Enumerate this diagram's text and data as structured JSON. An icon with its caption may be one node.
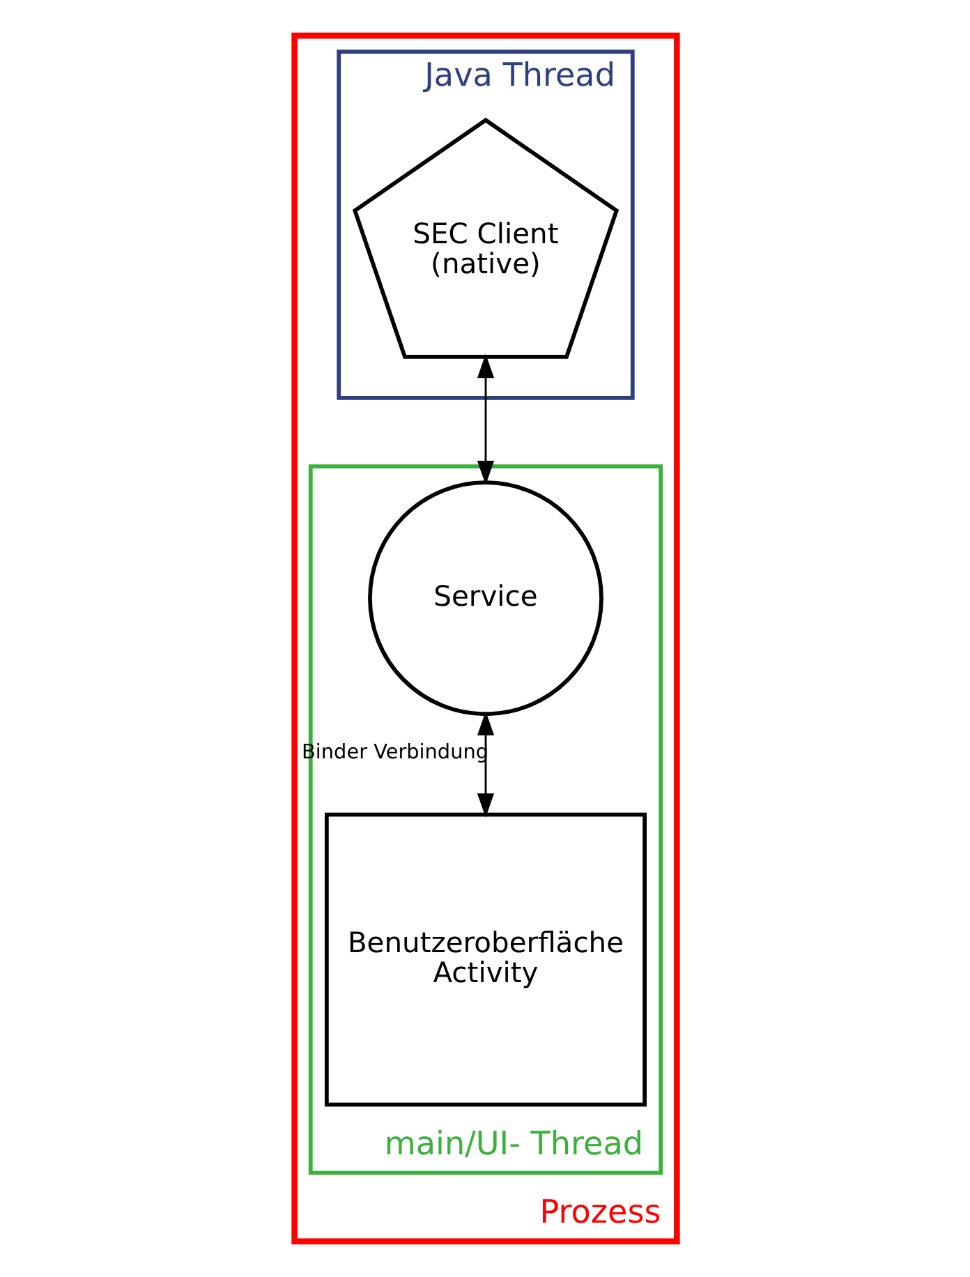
{
  "diagram": {
    "nodes": [
      {
        "text": [
          "Prozess"
        ]
      },
      {
        "text": [
          "Java Thread"
        ],
        "in": 0
      },
      {
        "text": [
          "SEC Client",
          "(native)"
        ],
        "in": 1
      },
      {
        "text": [
          "main/UI- Thread"
        ],
        "in": 0
      },
      {
        "text": [
          "Service"
        ],
        "in": 3
      },
      {
        "text": [
          "Benutzeroberfläche",
          "Activity"
        ],
        "in": 3
      }
    ],
    "edges": [
      {
        "from": 2,
        "to": 4,
        "arrow": "both"
      },
      {
        "from": 4,
        "to": 5,
        "arrow": "both",
        "label": "Binder Verbindung"
      }
    ]
  }
}
